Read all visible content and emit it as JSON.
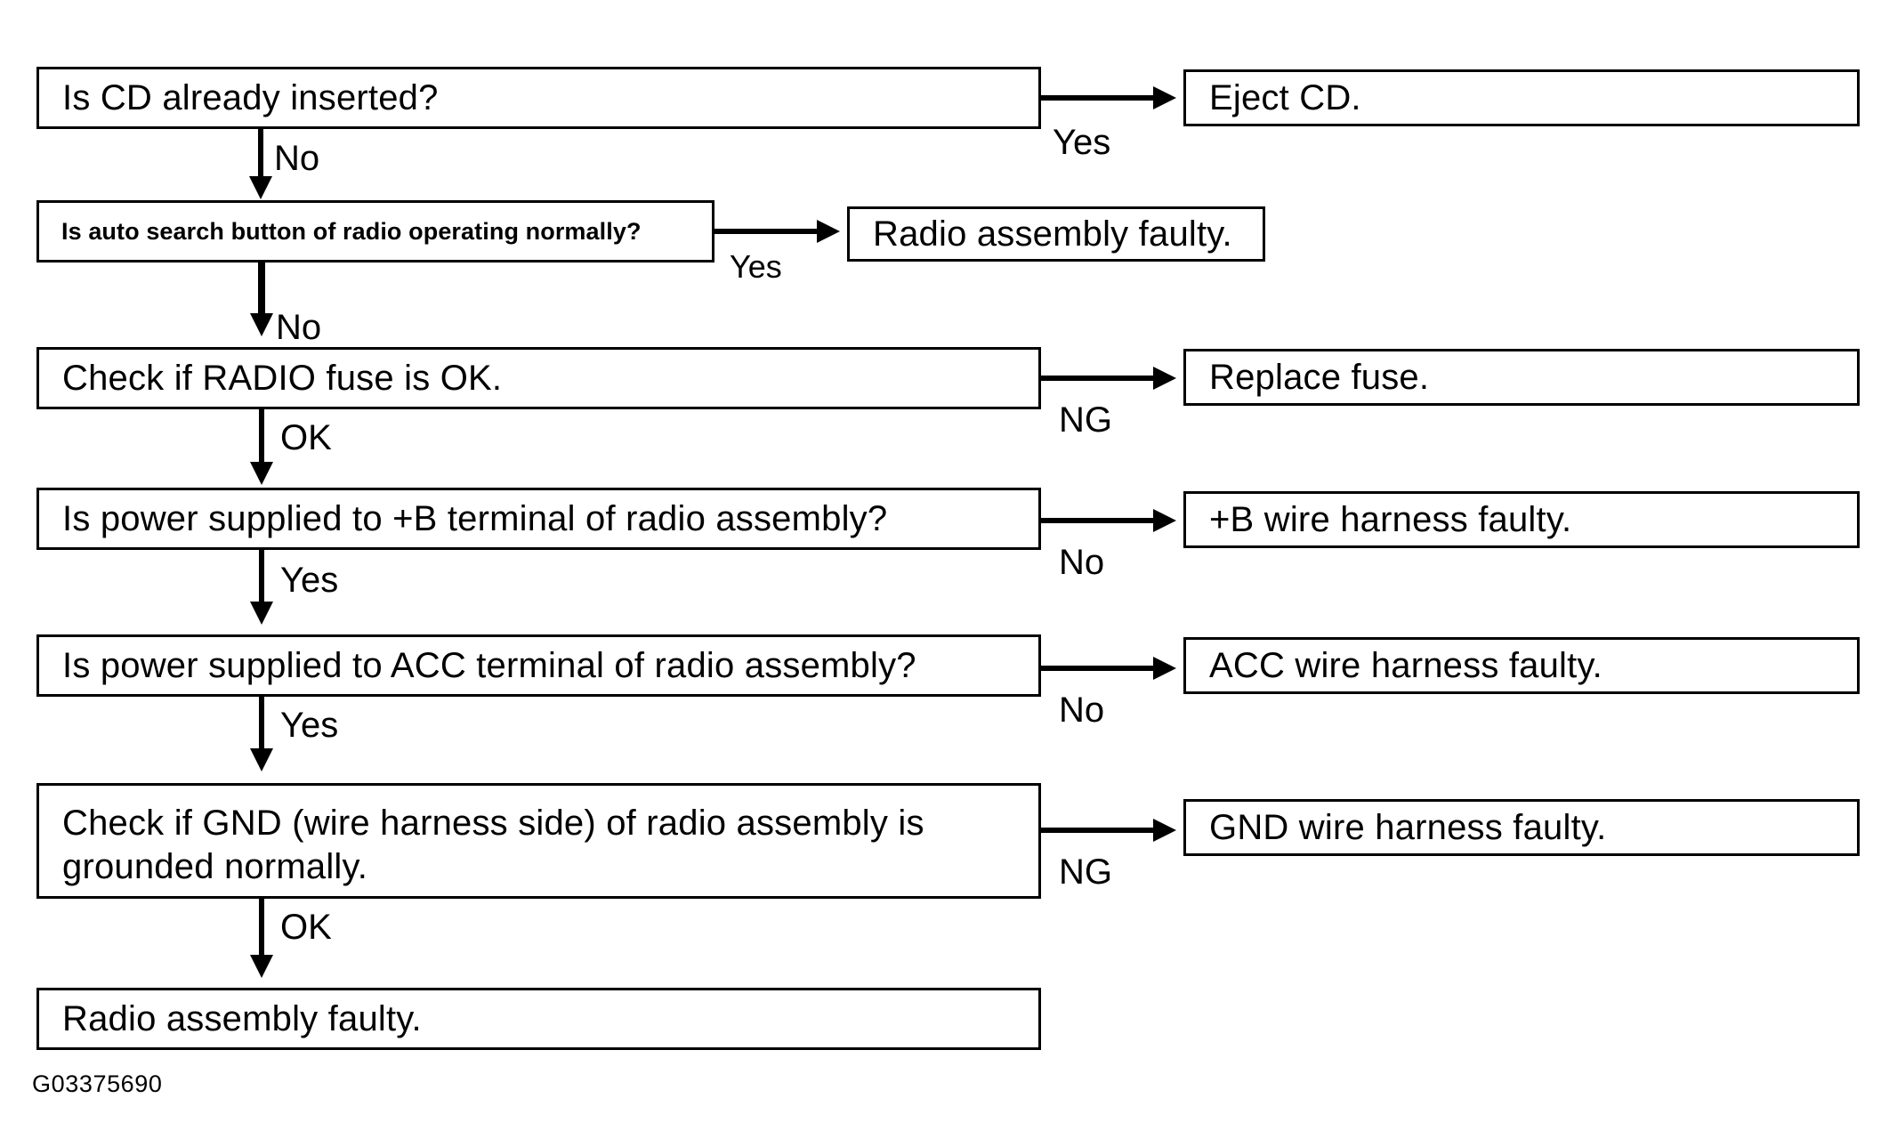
{
  "diagram": {
    "figure_code": "G03375690",
    "steps": [
      {
        "id": "cd-inserted",
        "question": "Is CD already inserted?",
        "down_label": "No",
        "branch_label": "Yes",
        "result": "Eject CD."
      },
      {
        "id": "auto-search",
        "question": "Is auto search button of radio operating normally?",
        "down_label": "No",
        "branch_label": "Yes",
        "result": "Radio assembly faulty."
      },
      {
        "id": "radio-fuse",
        "question": "Check if RADIO fuse is OK.",
        "down_label": "OK",
        "branch_label": "NG",
        "result": "Replace fuse."
      },
      {
        "id": "b-terminal",
        "question": "Is power supplied to +B terminal of radio assembly?",
        "down_label": "Yes",
        "branch_label": "No",
        "result": "+B wire harness faulty."
      },
      {
        "id": "acc-terminal",
        "question": "Is power supplied to ACC terminal of radio assembly?",
        "down_label": "Yes",
        "branch_label": "No",
        "result": "ACC wire harness faulty."
      },
      {
        "id": "gnd-check",
        "question": "Check if GND  (wire harness side)  of radio assembly is\ngrounded normally.",
        "down_label": "OK",
        "branch_label": "NG",
        "result": "GND wire harness faulty."
      }
    ],
    "final": {
      "id": "final-radio-faulty",
      "text": "Radio assembly faulty."
    }
  }
}
